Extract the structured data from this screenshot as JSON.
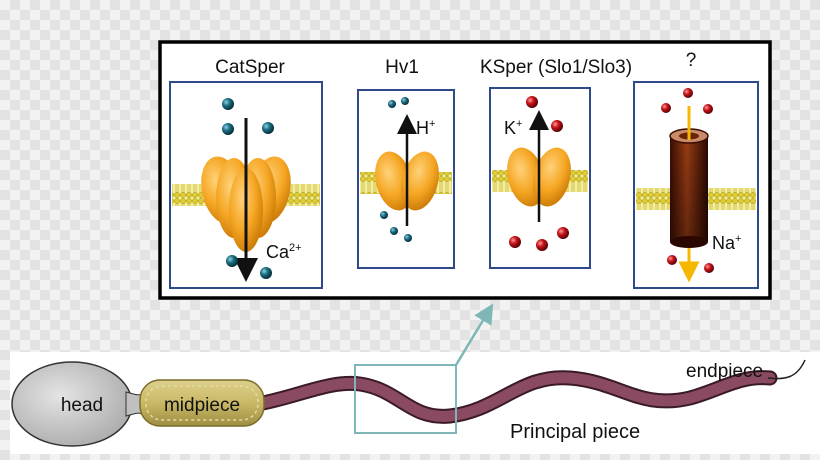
{
  "channels": [
    {
      "title": "CatSper",
      "ion": "Ca",
      "ion_charge": "2+"
    },
    {
      "title": "Hv1",
      "ion": "H",
      "ion_charge": "+"
    },
    {
      "title": "KSper (Slo1/Slo3)",
      "ion": "K",
      "ion_charge": "+"
    },
    {
      "title": "?",
      "ion": "Na",
      "ion_charge": "+"
    }
  ],
  "sperm": {
    "head": "head",
    "midpiece": "midpiece",
    "principal_piece": "Principal piece",
    "endpiece": "endpiece"
  },
  "colors": {
    "panel_border": "#000000",
    "box_border": "#2e4a8c",
    "channel_orange": "#f5a623",
    "ion_teal": "#1e6f84",
    "ion_red": "#c8141a",
    "membrane_yellow": "#e8d84a",
    "tail": "#8a4a62",
    "midpiece": "#c9b866",
    "head": "#c8c8c8",
    "zoom_box": "#7fb7b7",
    "na_channel": "#7a2a10",
    "na_arrow": "#f5b700"
  }
}
